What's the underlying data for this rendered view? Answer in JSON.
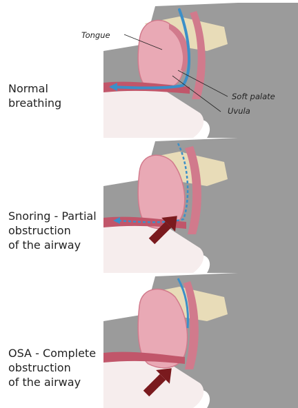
{
  "panels": [
    {
      "caption": [
        "Normal",
        "breathing"
      ]
    },
    {
      "caption": [
        "Snoring - Partial",
        "obstruction",
        "of the airway"
      ]
    },
    {
      "caption": [
        "OSA - Complete",
        "obstruction",
        "of the airway"
      ]
    }
  ],
  "labels": {
    "tongue": "Tongue",
    "soft_palate": "Soft palate",
    "uvula": "Uvula"
  },
  "colors": {
    "tissue": "#e9a9b5",
    "tissue_dark": "#d17a8c",
    "airflow": "#3c8fc8",
    "bone": "#e8dcb8",
    "head": "#9b9b9b",
    "arrow": "#7a1a1e"
  }
}
